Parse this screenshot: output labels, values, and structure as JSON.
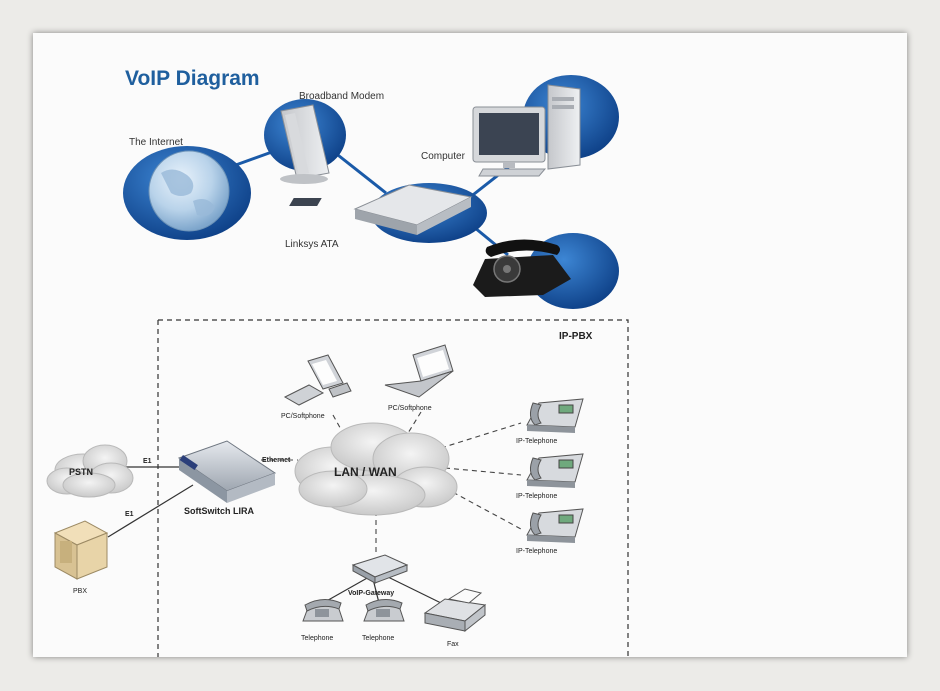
{
  "top_diagram": {
    "title": "VoIP Diagram",
    "labels": {
      "internet": "The Internet",
      "modem": "Broadband Modem",
      "computer": "Computer",
      "ata": "Linksys ATA"
    }
  },
  "bottom_diagram": {
    "zone_label": "IP-PBX",
    "cloud_pstn": "PSTN",
    "cloud_lan": "LAN / WAN",
    "softswitch": "SoftSwitch LIRA",
    "link_e1_top": "E1",
    "link_e1_bottom": "E1",
    "link_ethernet": "Ethernet",
    "pbx": "PBX",
    "pc1": "PC/Softphone",
    "pc2": "PC/Softphone",
    "ipphones": [
      "IP-Telephone",
      "IP-Telephone",
      "IP-Telephone"
    ],
    "gateway": "VoIP-Gateway",
    "telephone1": "Telephone",
    "telephone2": "Telephone",
    "fax": "Fax"
  },
  "colors": {
    "accent_blue": "#1a5aa8",
    "title_blue": "#1f5f9e"
  }
}
